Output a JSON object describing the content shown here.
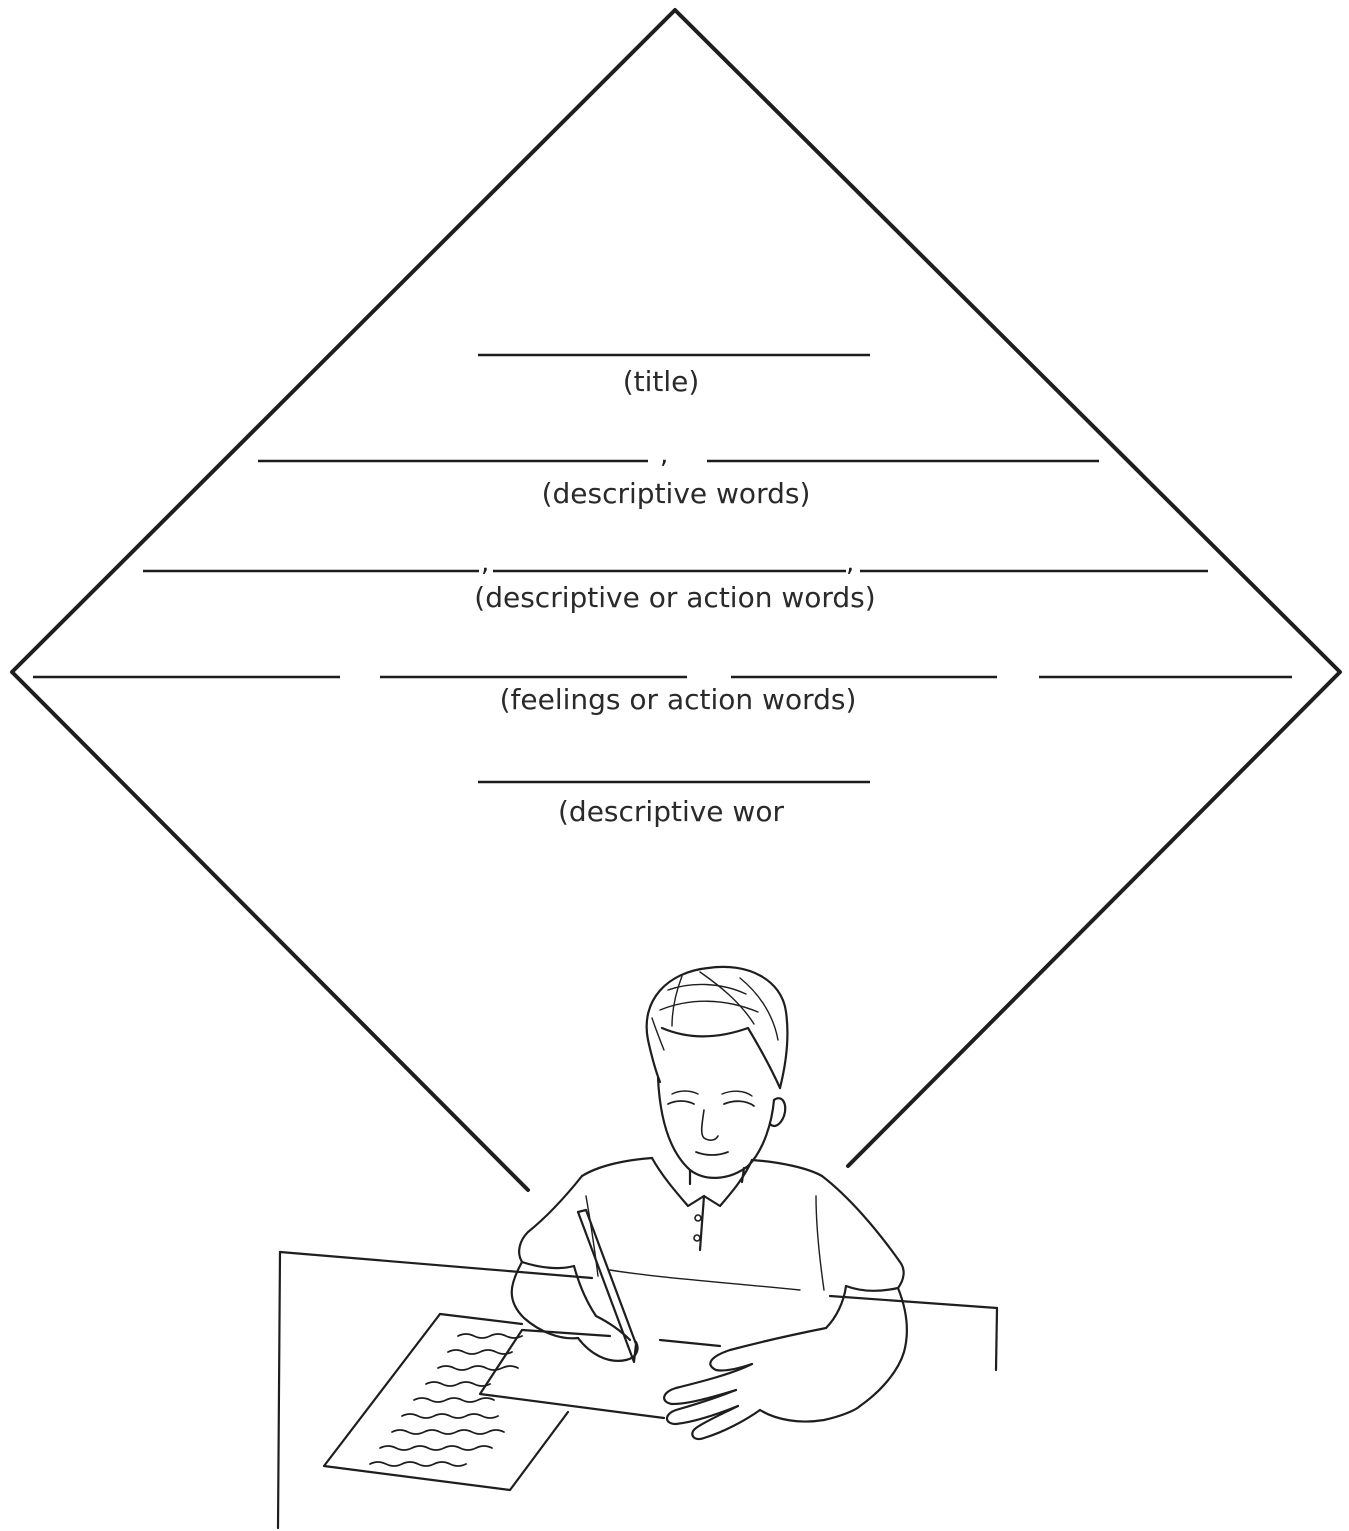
{
  "worksheet": {
    "labels": {
      "title": "(title)",
      "line2": "(descriptive words)",
      "line3": "(descriptive or action words)",
      "line4": "(feelings or action words)",
      "line5": "(descriptive wor"
    },
    "separators": {
      "comma": ","
    }
  }
}
